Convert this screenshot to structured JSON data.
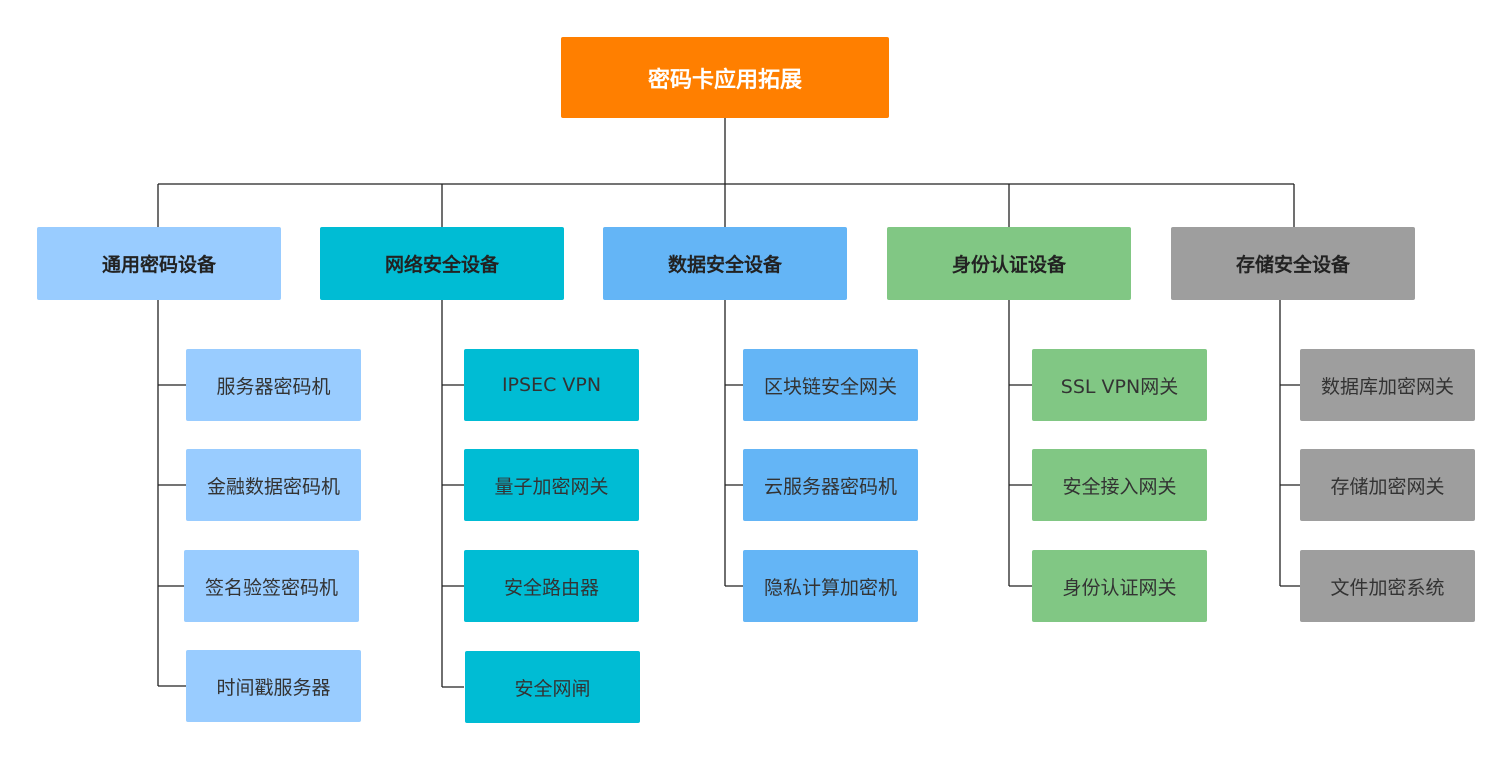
{
  "colors": {
    "root": "#ff7f00",
    "general": "#99ccff",
    "network": "#00bcd4",
    "data": "#64b5f6",
    "identity": "#81c784",
    "storage": "#9e9e9e",
    "line": "#222222"
  },
  "root": {
    "label": "密码卡应用拓展"
  },
  "categories": [
    {
      "label": "通用密码设备",
      "items": [
        "服务器密码机",
        "金融数据密码机",
        "签名验签密码机",
        "时间戳服务器"
      ]
    },
    {
      "label": "网络安全设备",
      "items": [
        "IPSEC VPN",
        "量子加密网关",
        "安全路由器",
        "安全网闸"
      ]
    },
    {
      "label": "数据安全设备",
      "items": [
        "区块链安全网关",
        "云服务器密码机",
        "隐私计算加密机"
      ]
    },
    {
      "label": "身份认证设备",
      "items": [
        "SSL VPN网关",
        "安全接入网关",
        "身份认证网关"
      ]
    },
    {
      "label": "存储安全设备",
      "items": [
        "数据库加密网关",
        "存储加密网关",
        "文件加密系统"
      ]
    }
  ]
}
